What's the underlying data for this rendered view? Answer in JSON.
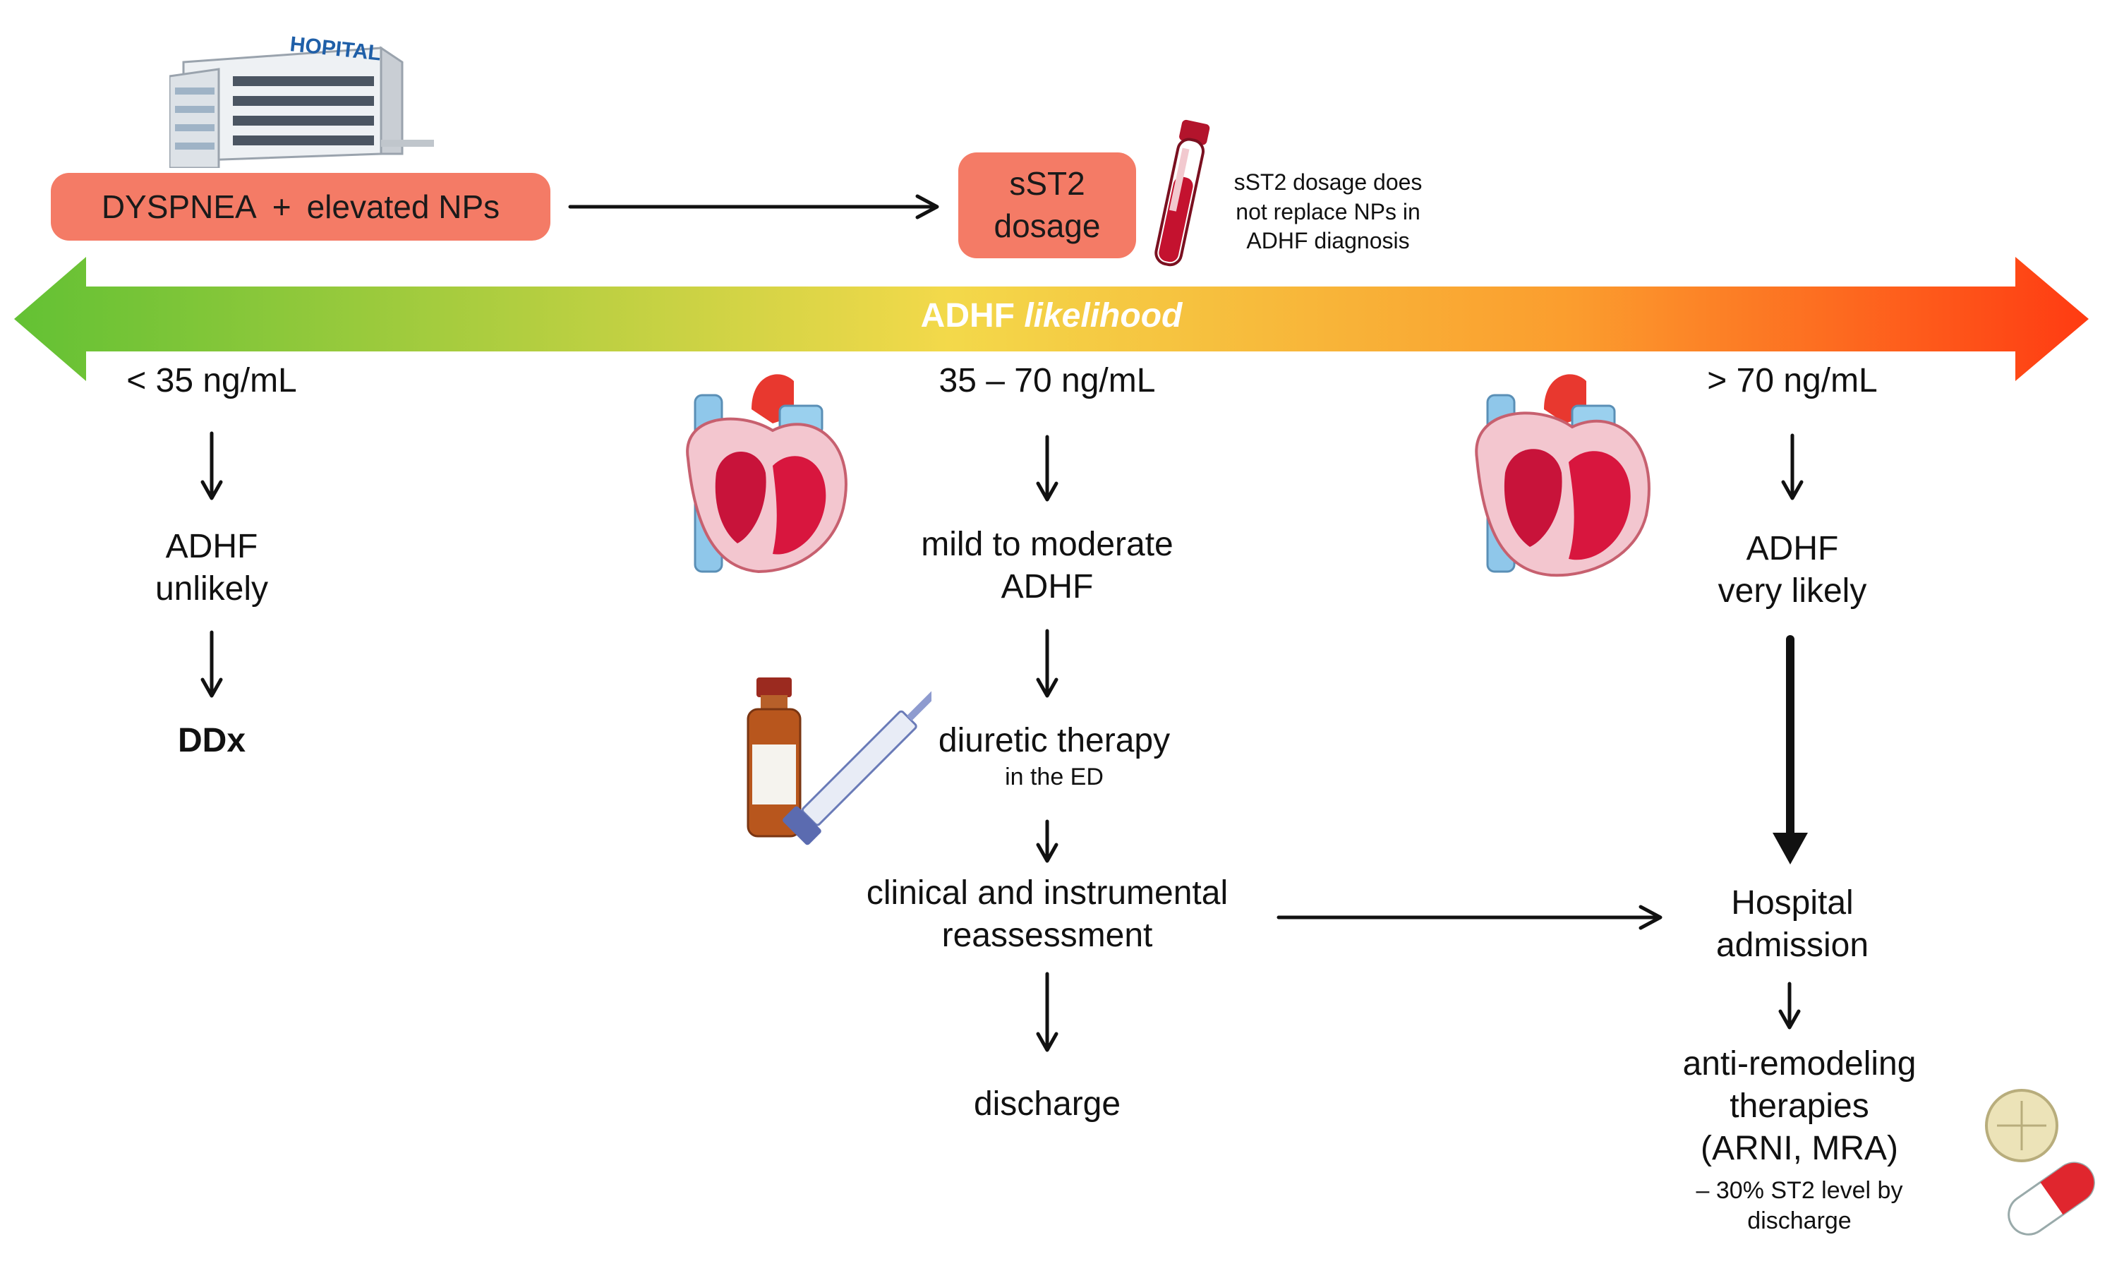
{
  "hospital_sign": "HOPITAL",
  "start_box": {
    "dyspnea": "DYSPNEA",
    "plus": "+",
    "elevated": "elevated NPs"
  },
  "sst2_box": {
    "line1": "sST2",
    "line2": "dosage"
  },
  "sst2_note": {
    "line1": "sST2 dosage does",
    "line2": "not replace NPs in",
    "line3": "ADHF diagnosis"
  },
  "likelihood_bar": {
    "label_main": "ADHF",
    "label_italic": "likelihood"
  },
  "left_branch": {
    "threshold": "< 35 ng/mL",
    "result_line1": "ADHF",
    "result_line2": "unlikely",
    "outcome": "DDx"
  },
  "middle_branch": {
    "threshold": "35 – 70 ng/mL",
    "result_line1": "mild to moderate",
    "result_line2": "ADHF",
    "therapy": "diuretic therapy",
    "therapy_sub": "in the ED",
    "reassess_line1": "clinical and instrumental",
    "reassess_line2": "reassessment",
    "outcome": "discharge"
  },
  "right_branch": {
    "threshold": "> 70 ng/mL",
    "result_line1": "ADHF",
    "result_line2": "very likely",
    "admission_line1": "Hospital",
    "admission_line2": "admission",
    "therapy_line1": "anti-remodeling",
    "therapy_line2": "therapies",
    "therapy_line3": "(ARNI, MRA)",
    "note_line1": "– 30% ST2 level by",
    "note_line2": "discharge"
  },
  "colors": {
    "box_fill": "#f47b66",
    "gradient_start": "#63c134",
    "gradient_mid": "#f3d94a",
    "gradient_end": "#ff3b12"
  }
}
